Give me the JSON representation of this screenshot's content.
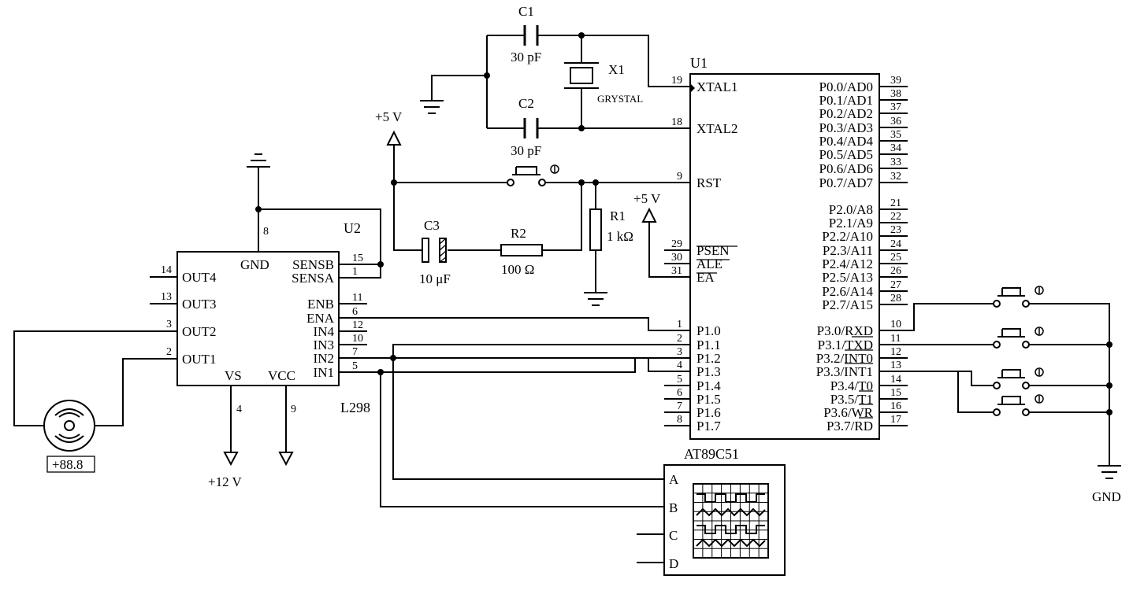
{
  "crystal_circuit": {
    "c1_label": "C1",
    "c1_value": "30 pF",
    "c2_label": "C2",
    "c2_value": "30 pF",
    "x1_label": "X1",
    "x1_value": "GRYSTAL"
  },
  "reset_circuit": {
    "vcc_label": "+5 V",
    "c3_label": "C3",
    "c3_value": "10 μF",
    "r2_label": "R2",
    "r2_value": "100 Ω",
    "r1_label": "R1",
    "r1_value": "1 kΩ"
  },
  "ea_supply_label": "+5 V",
  "u1": {
    "ref": "U1",
    "part": "AT89C51",
    "left_pins": [
      {
        "num": "19",
        "name": "XTAL1"
      },
      {
        "num": "18",
        "name": "XTAL2"
      },
      {
        "num": "9",
        "name": "RST"
      },
      {
        "num": "29",
        "name": "PSEN"
      },
      {
        "num": "30",
        "name": "ALE"
      },
      {
        "num": "31",
        "name": "EA"
      },
      {
        "num": "1",
        "name": "P1.0"
      },
      {
        "num": "2",
        "name": "P1.1"
      },
      {
        "num": "3",
        "name": "P1.2"
      },
      {
        "num": "4",
        "name": "P1.3"
      },
      {
        "num": "5",
        "name": "P1.4"
      },
      {
        "num": "6",
        "name": "P1.5"
      },
      {
        "num": "7",
        "name": "P1.6"
      },
      {
        "num": "8",
        "name": "P1.7"
      }
    ],
    "right_pins": [
      {
        "num": "39",
        "name": "P0.0/AD0"
      },
      {
        "num": "38",
        "name": "P0.1/AD1"
      },
      {
        "num": "37",
        "name": "P0.2/AD2"
      },
      {
        "num": "36",
        "name": "P0.3/AD3"
      },
      {
        "num": "35",
        "name": "P0.4/AD4"
      },
      {
        "num": "34",
        "name": "P0.5/AD5"
      },
      {
        "num": "33",
        "name": "P0.6/AD6"
      },
      {
        "num": "32",
        "name": "P0.7/AD7"
      },
      {
        "num": "21",
        "name": "P2.0/A8"
      },
      {
        "num": "22",
        "name": "P2.1/A9"
      },
      {
        "num": "23",
        "name": "P2.2/A10"
      },
      {
        "num": "24",
        "name": "P2.3/A11"
      },
      {
        "num": "25",
        "name": "P2.4/A12"
      },
      {
        "num": "26",
        "name": "P2.5/A13"
      },
      {
        "num": "27",
        "name": "P2.6/A14"
      },
      {
        "num": "28",
        "name": "P2.7/A15"
      },
      {
        "num": "10",
        "name": "P3.0/RXD"
      },
      {
        "num": "11",
        "name": "P3.1/TXD"
      },
      {
        "num": "12",
        "name": "P3.2/INT0"
      },
      {
        "num": "13",
        "name": "P3.3/INT1"
      },
      {
        "num": "14",
        "name": "P3.4/T0"
      },
      {
        "num": "15",
        "name": "P3.5/T1"
      },
      {
        "num": "16",
        "name": "P3.6/WR"
      },
      {
        "num": "17",
        "name": "P3.7/RD"
      }
    ]
  },
  "u2": {
    "ref": "U2",
    "part": "L298",
    "gnd_label": "GND",
    "gnd_pin": "8",
    "vs_label": "VS",
    "vs_pin": "4",
    "vcc_label": "VCC",
    "vcc_pin": "9",
    "left_pins": [
      {
        "num": "14",
        "name": "OUT4"
      },
      {
        "num": "13",
        "name": "OUT3"
      },
      {
        "num": "3",
        "name": "OUT2"
      },
      {
        "num": "2",
        "name": "OUT1"
      }
    ],
    "right_pins": [
      {
        "num": "15",
        "name": "SENSB"
      },
      {
        "num": "1",
        "name": "SENSA"
      },
      {
        "num": "11",
        "name": "ENB"
      },
      {
        "num": "6",
        "name": "ENA"
      },
      {
        "num": "12",
        "name": "IN4"
      },
      {
        "num": "10",
        "name": "IN3"
      },
      {
        "num": "7",
        "name": "IN2"
      },
      {
        "num": "5",
        "name": "IN1"
      }
    ]
  },
  "supply_12v_label": "+12 V",
  "motor_readout": "+88.8",
  "gnd_label": "GND",
  "scope_channels": [
    "A",
    "B",
    "C",
    "D"
  ]
}
